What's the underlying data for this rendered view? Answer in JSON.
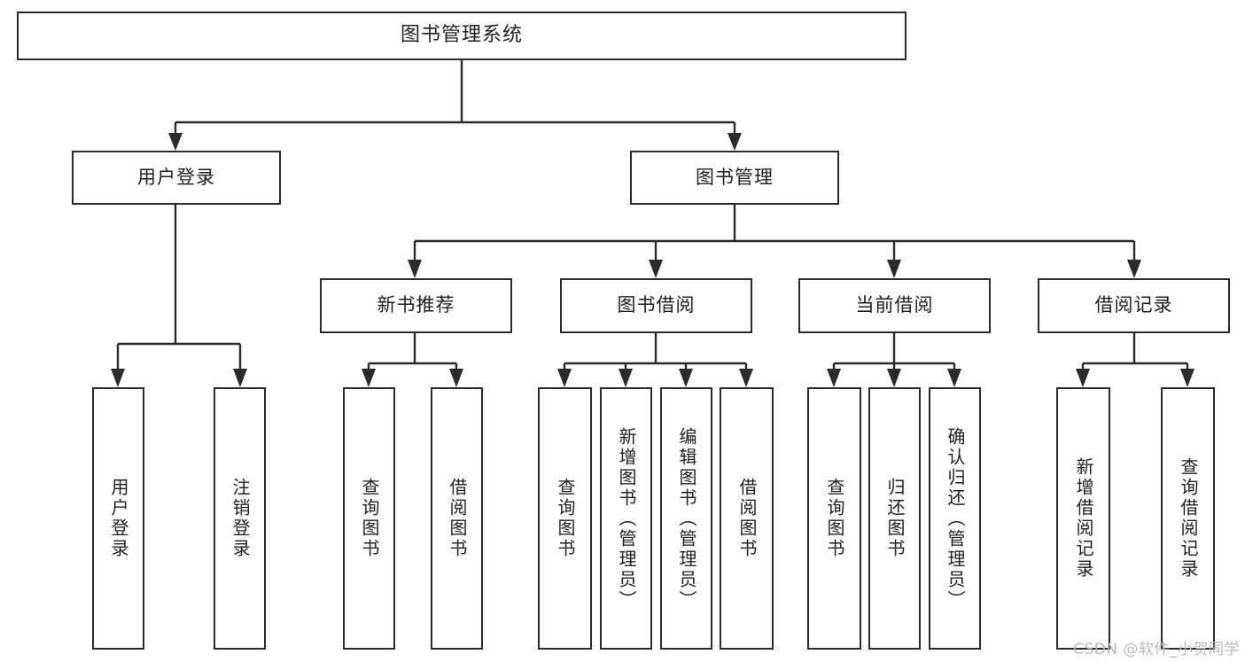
{
  "diagram": {
    "type": "tree-hierarchy",
    "title": "图书管理系统",
    "orientation": "top-down",
    "colors": {
      "stroke": "#2b2b2b",
      "fill": "#ffffff",
      "text": "#1f1f1f",
      "watermark": "#b9b9b9"
    },
    "root": {
      "label": "图书管理系统"
    },
    "level2": [
      {
        "label": "用户登录"
      },
      {
        "label": "图书管理"
      }
    ],
    "level3": [
      {
        "label": "新书推荐"
      },
      {
        "label": "图书借阅"
      },
      {
        "label": "当前借阅"
      },
      {
        "label": "借阅记录"
      }
    ],
    "leaves": {
      "user_login": [
        {
          "label": "用户登录"
        },
        {
          "label": "注销登录"
        }
      ],
      "new_book": [
        {
          "label": "查询图书"
        },
        {
          "label": "借阅图书"
        }
      ],
      "book_borrow": [
        {
          "label": "查询图书"
        },
        {
          "label": "新增图书（管理员）"
        },
        {
          "label": "编辑图书（管理员）"
        },
        {
          "label": "借阅图书"
        }
      ],
      "current_borrow": [
        {
          "label": "查询图书"
        },
        {
          "label": "归还图书"
        },
        {
          "label": "确认归还（管理员）"
        }
      ],
      "borrow_record": [
        {
          "label": "新增借阅记录"
        },
        {
          "label": "查询借阅记录"
        }
      ]
    }
  },
  "watermark": {
    "text": "CSDN @软件_小贺同学"
  }
}
